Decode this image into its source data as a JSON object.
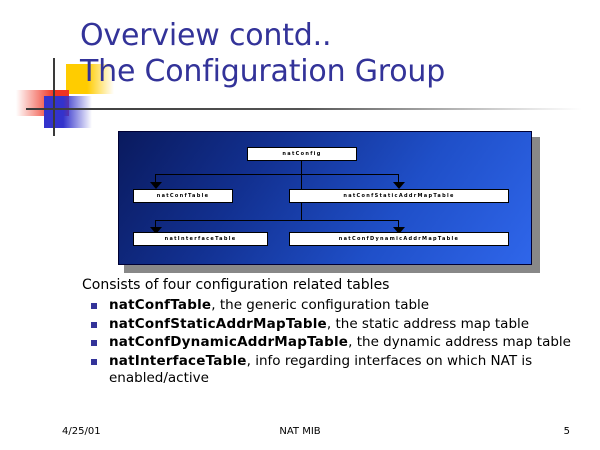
{
  "slide": {
    "title_line1": "Overview contd..",
    "title_line2": "The Configuration Group",
    "lead": "Consists of four configuration related tables",
    "bullets": [
      {
        "term": "natConfTable",
        "rest": ", the generic configuration table"
      },
      {
        "term": "natConfStaticAddrMapTable",
        "rest": ", the static address map table"
      },
      {
        "term": "natConfDynamicAddrMapTable",
        "rest": ", the dynamic address map table"
      },
      {
        "term": "natInterfaceTable",
        "rest": ", info regarding interfaces on which NAT is enabled/active"
      }
    ]
  },
  "diagram": {
    "root": "natConfig",
    "conf_table": "natConfTable",
    "static_table": "natConfStaticAddrMapTable",
    "interface_table": "natInterfaceTable",
    "dynamic_table": "natConfDynamicAddrMapTable"
  },
  "footer": {
    "date": "4/25/01",
    "center": "NAT MIB",
    "page": "5"
  },
  "colors": {
    "title": "#333399",
    "bullet": "#333399",
    "diagram_dark": "#0a1a5e",
    "diagram_light": "#2f66ea",
    "logo_yellow": "#FFCC00",
    "logo_red": "#EE3322",
    "logo_blue": "#3333CC",
    "shadow": "#888888"
  }
}
